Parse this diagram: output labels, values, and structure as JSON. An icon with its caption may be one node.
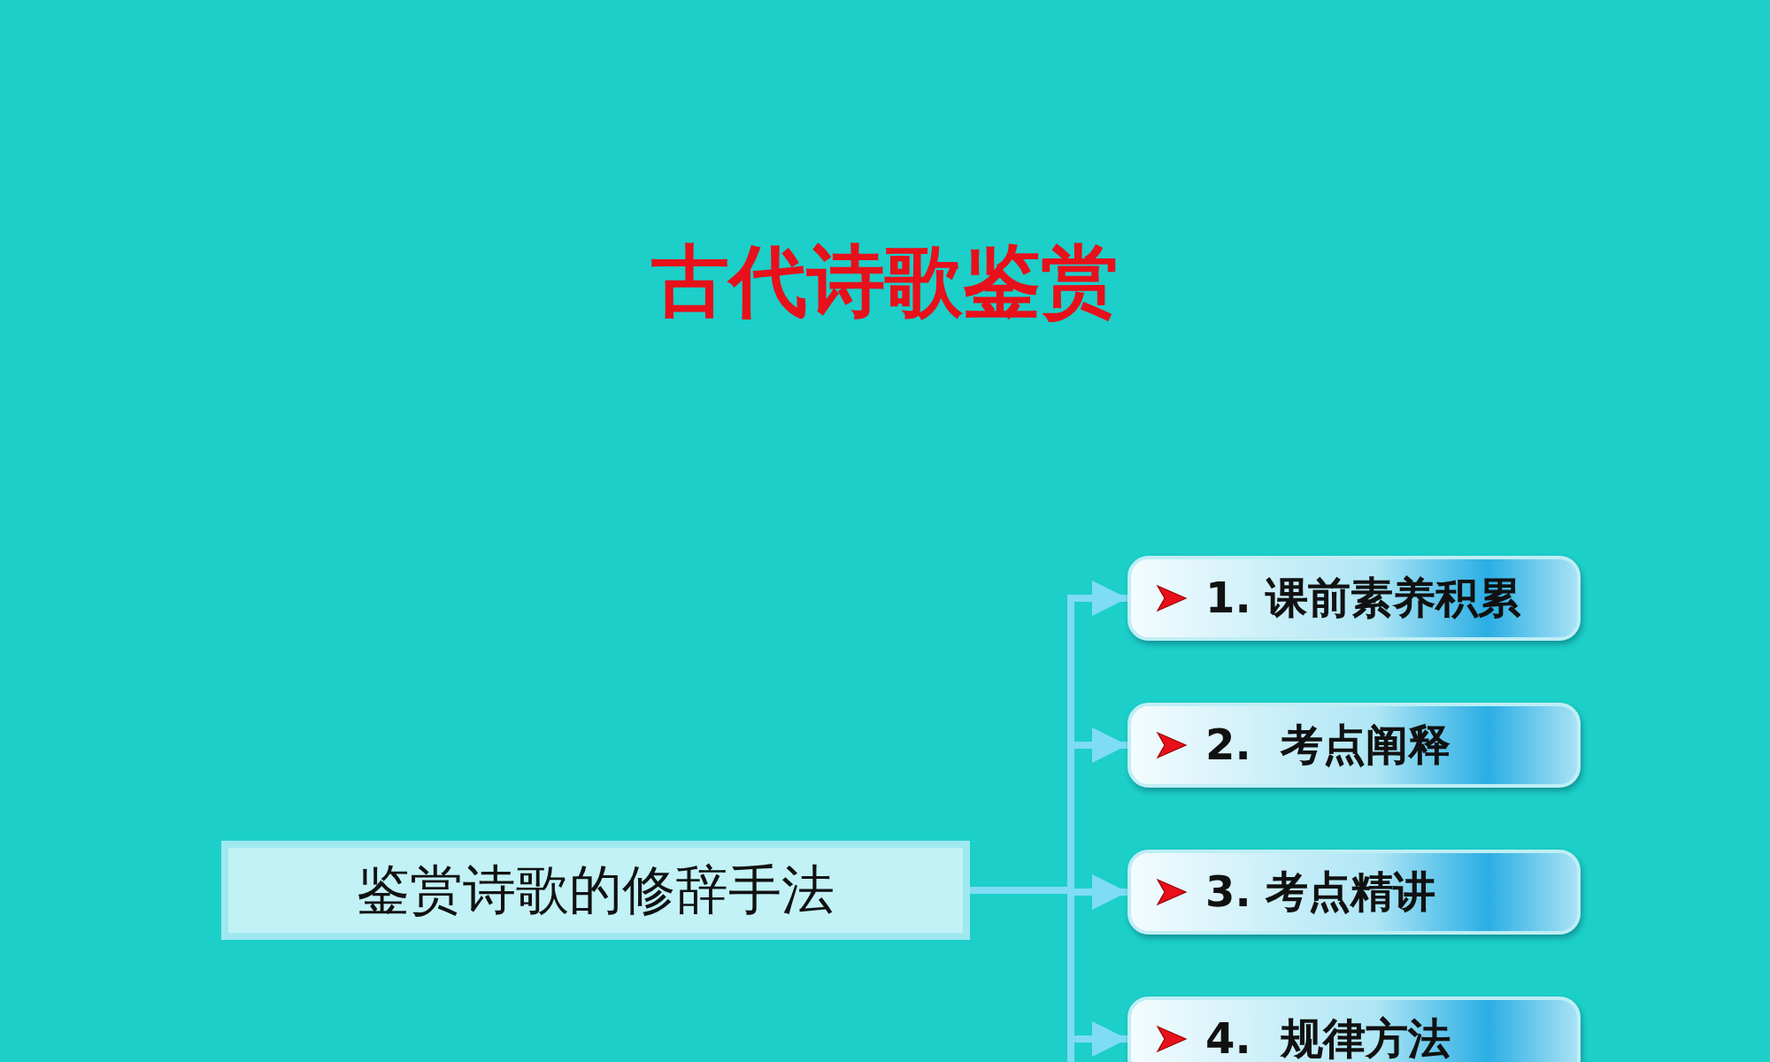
{
  "diagram": {
    "title": "古代诗歌鉴赏",
    "nodes": [
      {
        "text": [
          "鉴赏诗歌的修辞手法"
        ]
      },
      {
        "text": [
          "1. 课前素养积累"
        ]
      },
      {
        "text": [
          "2.  考点阐释"
        ]
      },
      {
        "text": [
          "3. 考点精讲"
        ]
      },
      {
        "text": [
          "4.  规律方法"
        ]
      }
    ],
    "edges": [
      {
        "from": 0,
        "to": 1,
        "arrow": "to"
      },
      {
        "from": 0,
        "to": 2,
        "arrow": "to"
      },
      {
        "from": 0,
        "to": 3,
        "arrow": "to"
      },
      {
        "from": 0,
        "to": 4,
        "arrow": "to"
      }
    ]
  }
}
